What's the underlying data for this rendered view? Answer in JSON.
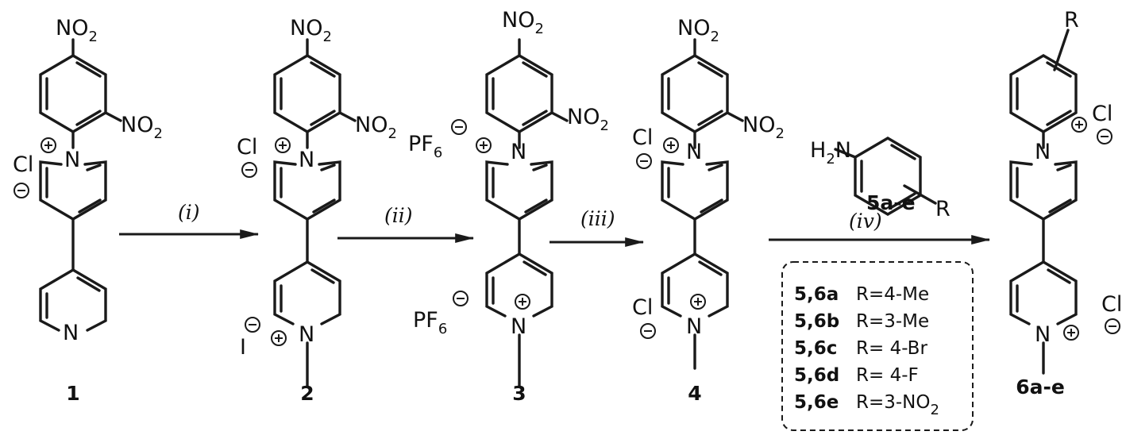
{
  "labels": {
    "no2": "NO",
    "no2_sub": "2",
    "n": "N",
    "cl": "Cl",
    "pf": "PF",
    "pf_sub": "6",
    "iodide": "I",
    "h2n_h": "H",
    "h2n_sub": "2",
    "h2n_n": "N",
    "r": "R"
  },
  "compounds": {
    "c1": "1",
    "c2": "2",
    "c3": "3",
    "c4": "4",
    "reagent": "5a-e",
    "product": "6a-e"
  },
  "conditions": {
    "i": "(i)",
    "ii": "(ii)",
    "iii": "(iii)",
    "iv": "(iv)"
  },
  "substituents": [
    {
      "id": "5,6a",
      "r": "R=4-Me"
    },
    {
      "id": "5,6b",
      "r": "R=3-Me"
    },
    {
      "id": "5,6c",
      "r": "R= 4-Br"
    },
    {
      "id": "5,6d",
      "r": "R= 4-F"
    },
    {
      "id": "5,6e",
      "r": "R=3-NO",
      "sub": "2"
    }
  ]
}
